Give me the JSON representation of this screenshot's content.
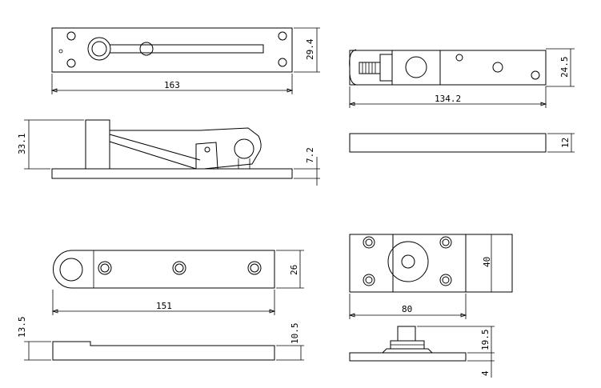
{
  "dimensions": {
    "top_left_width": "163",
    "top_left_height": "29.4",
    "side_left_height": "33.1",
    "side_left_plate": "7.2",
    "top_right_width": "134.2",
    "top_right_height": "24.5",
    "side_right_thickness": "12",
    "bottom_left_width": "151",
    "bottom_left_height": "26",
    "bottom_left_side_left": "13.5",
    "bottom_left_side_right": "10.5",
    "bottom_right_width": "80",
    "bottom_right_height": "40",
    "bottom_right_side_upper": "19.5",
    "bottom_right_side_lower": "4"
  }
}
